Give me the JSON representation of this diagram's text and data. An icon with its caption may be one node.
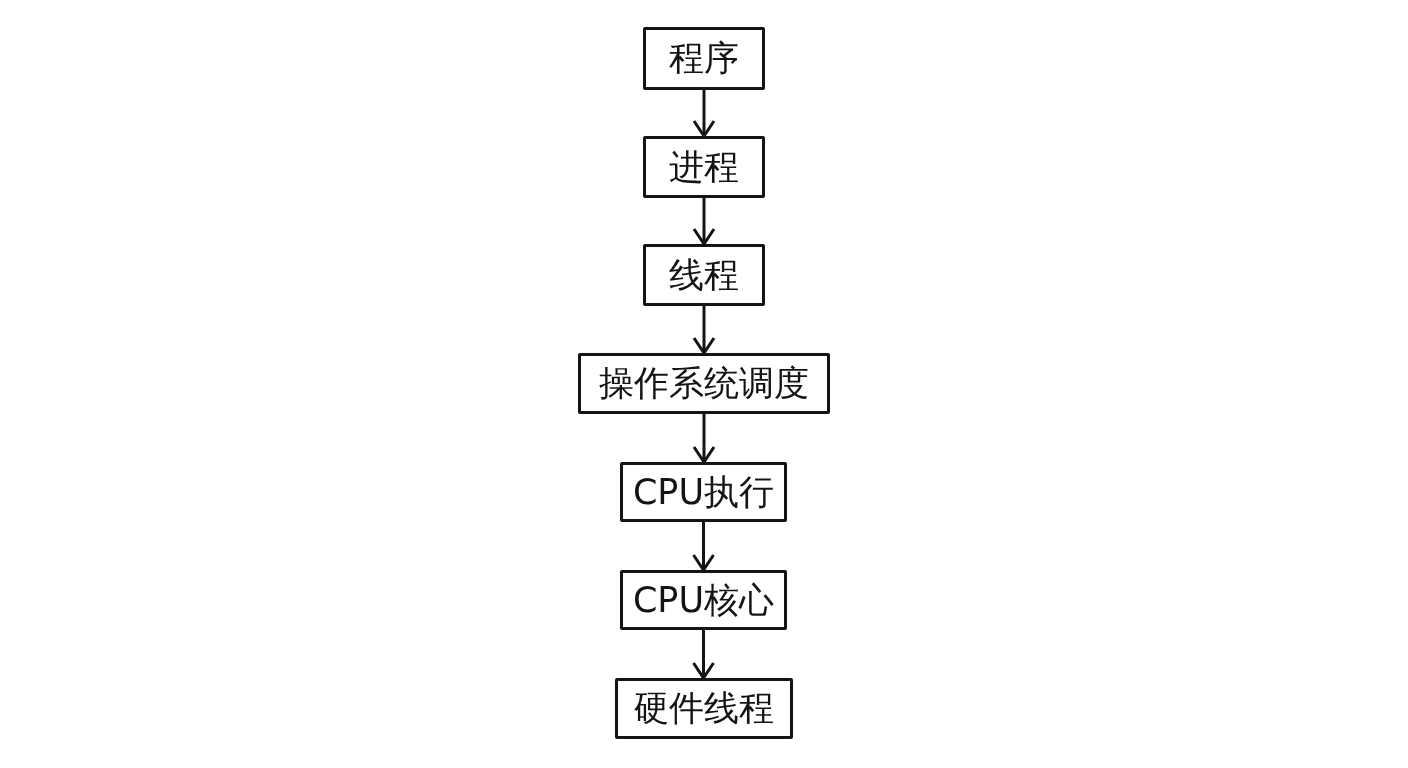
{
  "diagram": {
    "nodes": [
      {
        "text": [
          "程序"
        ]
      },
      {
        "text": [
          "进程"
        ]
      },
      {
        "text": [
          "线程"
        ]
      },
      {
        "text": [
          "操作系统调度"
        ]
      },
      {
        "text": [
          "CPU执行"
        ]
      },
      {
        "text": [
          "CPU核心"
        ]
      },
      {
        "text": [
          "硬件线程"
        ]
      }
    ],
    "edges": [
      {
        "from": 0,
        "to": 1,
        "arrow": "to"
      },
      {
        "from": 1,
        "to": 2,
        "arrow": "to"
      },
      {
        "from": 2,
        "to": 3,
        "arrow": "to"
      },
      {
        "from": 3,
        "to": 4,
        "arrow": "to"
      },
      {
        "from": 4,
        "to": 5,
        "arrow": "to"
      },
      {
        "from": 5,
        "to": 6,
        "arrow": "to"
      }
    ]
  }
}
